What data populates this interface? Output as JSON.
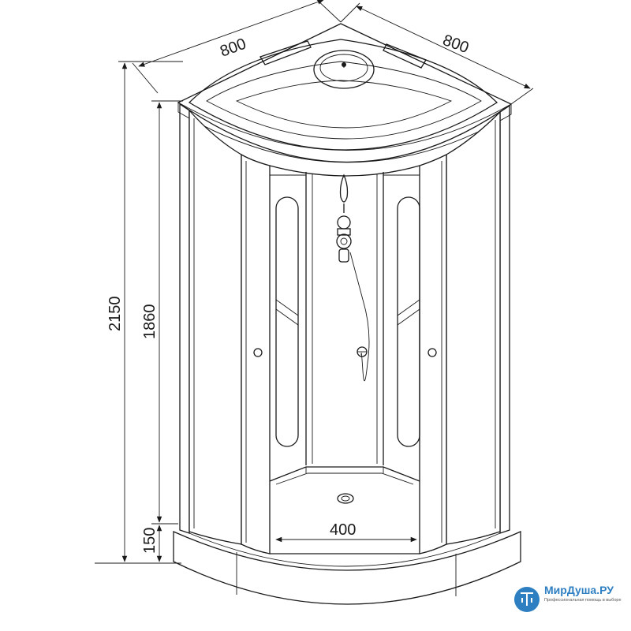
{
  "dimensions": {
    "width_left": "800",
    "width_right": "800",
    "total_height": "2150",
    "cabin_height": "1860",
    "tray_height": "150",
    "door_opening": "400"
  },
  "logo": {
    "name": "МирДуша.РУ",
    "tagline": "Профессиональная помощь в выборе"
  },
  "colors": {
    "line": "#1a1a1a",
    "logo_blue": "#2e7fc1"
  }
}
